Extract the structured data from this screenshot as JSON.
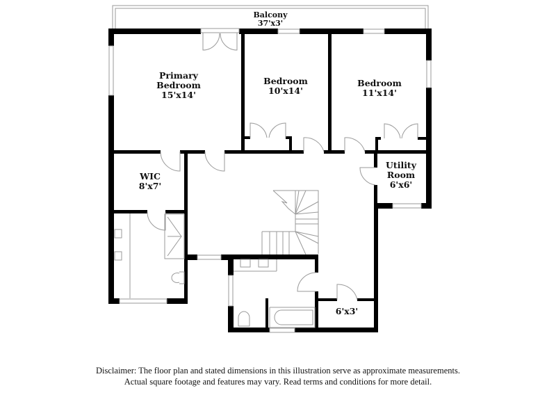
{
  "floorplan": {
    "rooms": [
      {
        "id": "balcony",
        "name": "Balcony",
        "dims": "37'x3'"
      },
      {
        "id": "primary-bedroom",
        "name_line1": "Primary",
        "name_line2": "Bedroom",
        "dims": "15'x14'"
      },
      {
        "id": "bedroom-2",
        "name": "Bedroom",
        "dims": "10'x14'"
      },
      {
        "id": "bedroom-3",
        "name": "Bedroom",
        "dims": "11'x14'"
      },
      {
        "id": "wic",
        "name": "WIC",
        "dims": "8'x7'"
      },
      {
        "id": "utility-room",
        "name_line1": "Utility",
        "name_line2": "Room",
        "dims": "6'x6'"
      },
      {
        "id": "closet",
        "dims": "6'x3'"
      }
    ],
    "colors": {
      "wall": "#000000",
      "fixture": "#9a9a9a",
      "background": "#ffffff"
    }
  },
  "disclaimer": {
    "line1": "Disclaimer: The floor plan and stated dimensions in this illustration serve as approximate measurements.",
    "line2": "Actual square footage and features may vary. Read terms and conditions for more detail."
  }
}
